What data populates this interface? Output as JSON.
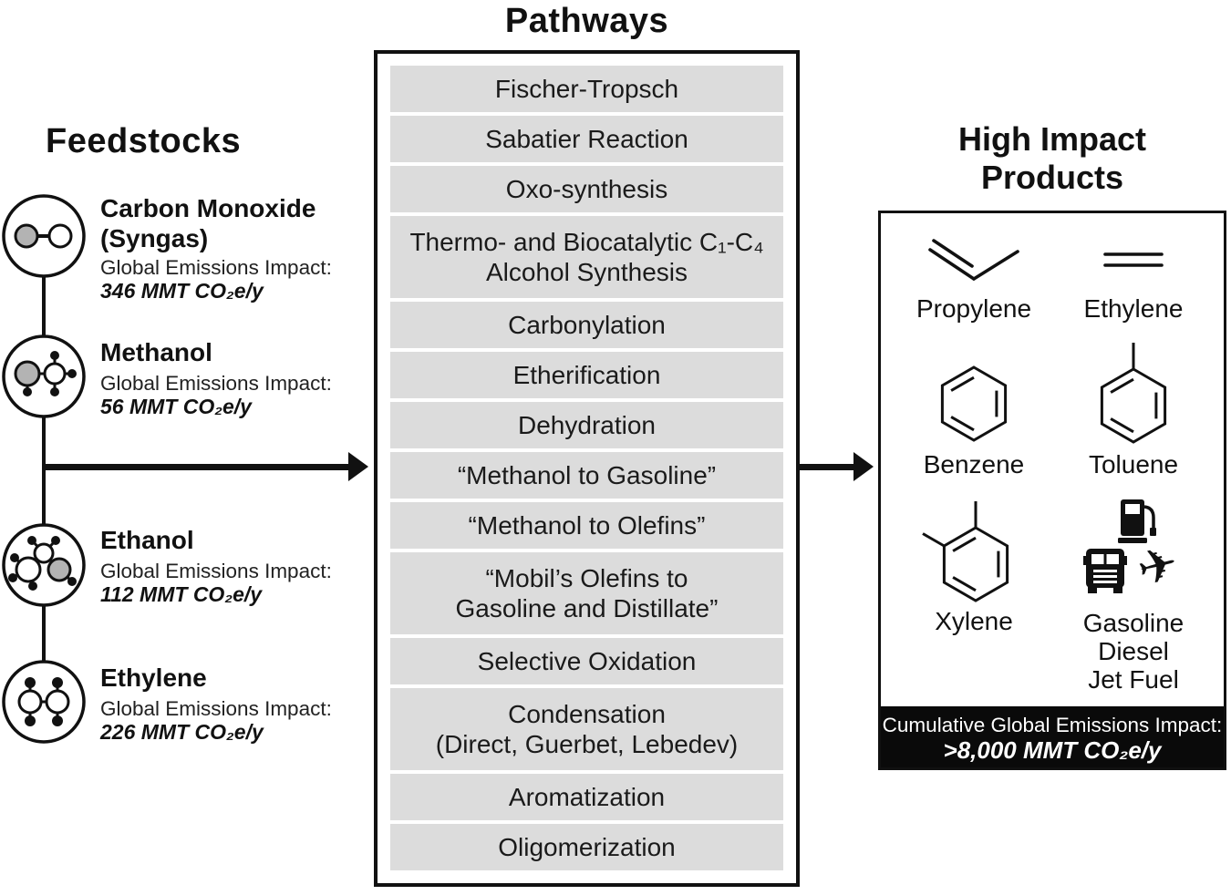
{
  "colors": {
    "bar_bg": "#dcdcdc",
    "ink": "#111111",
    "footer_bg": "#0a0a0a",
    "molecule_gray": "#b3b3b3"
  },
  "feedstocks": {
    "title": "Feedstocks",
    "items": [
      {
        "name": "Carbon Monoxide\n(Syngas)",
        "impact_label": "Global Emissions Impact:",
        "impact_value": "346 MMT CO₂e/y",
        "icon": "carbon-monoxide-molecule-icon"
      },
      {
        "name": "Methanol",
        "impact_label": "Global Emissions Impact:",
        "impact_value": "56 MMT CO₂e/y",
        "icon": "methanol-molecule-icon"
      },
      {
        "name": "Ethanol",
        "impact_label": "Global Emissions Impact:",
        "impact_value": "112 MMT CO₂e/y",
        "icon": "ethanol-molecule-icon"
      },
      {
        "name": "Ethylene",
        "impact_label": "Global Emissions Impact:",
        "impact_value": "226 MMT CO₂e/y",
        "icon": "ethylene-molecule-icon"
      }
    ]
  },
  "pathways": {
    "title": "Pathways",
    "items": [
      "Fischer-Tropsch",
      "Sabatier Reaction",
      "Oxo-synthesis",
      "Thermo- and Biocatalytic C₁-C₄\nAlcohol Synthesis",
      "Carbonylation",
      "Etherification",
      "Dehydration",
      "“Methanol to Gasoline”",
      "“Methanol to Olefins”",
      "“Mobil’s Olefins to\nGasoline and Distillate”",
      "Selective Oxidation",
      "Condensation\n(Direct, Guerbet, Lebedev)",
      "Aromatization",
      "Oligomerization"
    ]
  },
  "products": {
    "title": "High Impact\nProducts",
    "items": [
      {
        "label": "Propylene",
        "icon": "propylene-structure-icon"
      },
      {
        "label": "Ethylene",
        "icon": "ethylene-structure-icon"
      },
      {
        "label": "Benzene",
        "icon": "benzene-structure-icon"
      },
      {
        "label": "Toluene",
        "icon": "toluene-structure-icon"
      },
      {
        "label": "Xylene",
        "icon": "xylene-structure-icon"
      },
      {
        "label": "Gasoline\nDiesel\nJet Fuel",
        "icon": "fuel-pump-truck-airplane-icons"
      }
    ],
    "footer": {
      "label": "Cumulative Global Emissions Impact:",
      "value": ">8,000 MMT CO₂e/y"
    }
  }
}
